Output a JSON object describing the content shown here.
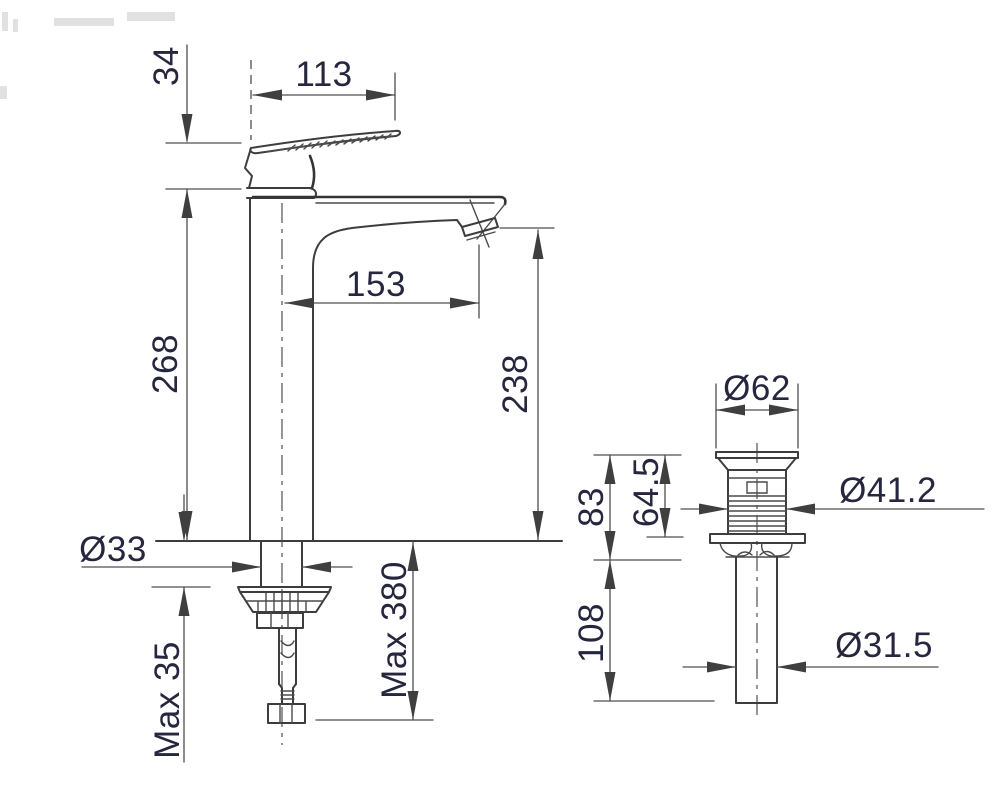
{
  "drawing": {
    "type": "technical dimension drawing",
    "subject": "Tall basin mixer faucet side view with pop-up waste drain",
    "units": "mm",
    "colors": {
      "outline": "#3d3d3d",
      "dimension_lines": "#4f4f4f",
      "text": "#26263f",
      "background": "#ffffff"
    },
    "faucet_view": {
      "labels": {
        "handle_height": "34",
        "handle_length": "113",
        "spout_reach": "153",
        "body_height": "268",
        "spout_outlet_height": "238",
        "shank_diameter": "Ø33",
        "max_deck_thickness": "Max 35",
        "max_hose_drop": "Max 380"
      }
    },
    "drain_view": {
      "labels": {
        "flange_diameter": "Ø62",
        "head_height": "83",
        "thread_length": "64.5",
        "thread_diameter": "Ø41.2",
        "tailpipe_length": "108",
        "tailpipe_diameter": "Ø31.5"
      }
    }
  }
}
